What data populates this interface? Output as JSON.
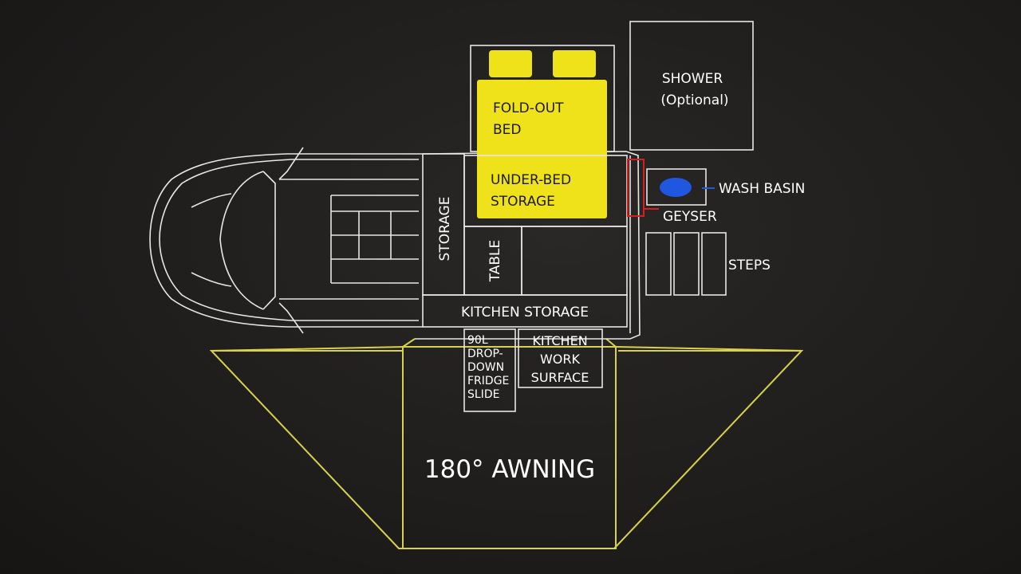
{
  "labels": {
    "bed_line1": "FOLD-OUT",
    "bed_line2": "BED",
    "underbed_line1": "UNDER-BED",
    "underbed_line2": "STORAGE",
    "shower_line1": "SHOWER",
    "shower_line2": "(Optional)",
    "wash_basin": "WASH BASIN",
    "geyser": "GEYSER",
    "steps": "STEPS",
    "storage": "STORAGE",
    "table": "TABLE",
    "kitchen_storage": "KITCHEN STORAGE",
    "fridge_lines": [
      "90L",
      "DROP-",
      "DOWN",
      "FRIDGE",
      "SLIDE"
    ],
    "work_lines": [
      "KITCHEN",
      "WORK",
      "SURFACE"
    ],
    "awning": "180° AWNING"
  },
  "colors": {
    "background": "#1f1d1c",
    "line": "#e6e6e6",
    "bed_yellow": "#efe21b",
    "awning_yellow": "#d8d24a",
    "geyser_red": "#d62020",
    "basin_blue": "#1f57e0"
  }
}
